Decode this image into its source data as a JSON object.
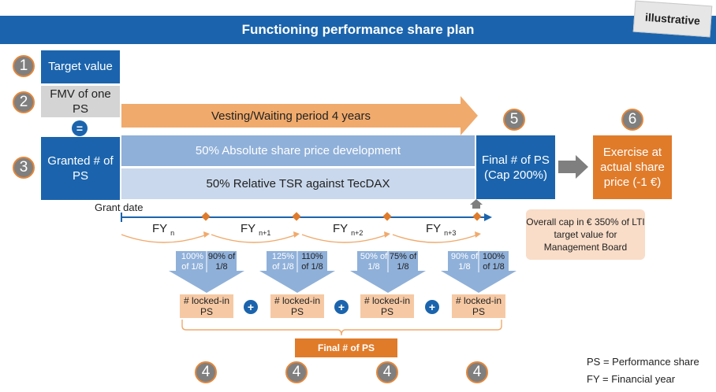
{
  "header": {
    "title": "Functioning performance share plan",
    "tag": "illustrative"
  },
  "steps": {
    "s1": "1",
    "s2": "2",
    "s3": "3",
    "s5": "5",
    "s6": "6",
    "s4": "4"
  },
  "boxes": {
    "target_value": "Target value",
    "fmv": "FMV of one PS",
    "equals": "=",
    "granted": "Granted # of PS",
    "vesting": "Vesting/Waiting period 4 years",
    "absolute": "50% Absolute share price development",
    "relative": "50% Relative TSR against TecDAX",
    "final_ps": "Final # of PS (Cap 200%)",
    "exercise": "Exercise at actual share price (-1 €)",
    "cap_note": "Overall cap in € 350% of LTI target value for Management Board",
    "final_bottom": "Final # of PS"
  },
  "timeline": {
    "grant_date": "Grant date"
  },
  "fiscal_years": [
    {
      "fy": "FY",
      "sub": "n",
      "a": "100% of 1/8",
      "b": "90% of 1/8",
      "locked": "# locked-in PS"
    },
    {
      "fy": "FY",
      "sub": "n+1",
      "a": "125% of 1/8",
      "b": "110% of 1/8",
      "locked": "# locked-in PS"
    },
    {
      "fy": "FY",
      "sub": "n+2",
      "a": "50% of 1/8",
      "b": "75% of 1/8",
      "locked": "# locked-in PS"
    },
    {
      "fy": "FY",
      "sub": "n+3",
      "a": "90% of 1/8",
      "b": "100% of 1/8",
      "locked": "# locked-in PS"
    }
  ],
  "plus": "+",
  "legend": {
    "ps": "PS = Performance share",
    "fy": "FY = Financial year"
  },
  "colors": {
    "blue": "#1b64ad",
    "orange": "#e07b2a",
    "light_blue": "#c9d8ec",
    "mid_blue": "#8fb0d9",
    "peach": "#f6c9a4"
  }
}
